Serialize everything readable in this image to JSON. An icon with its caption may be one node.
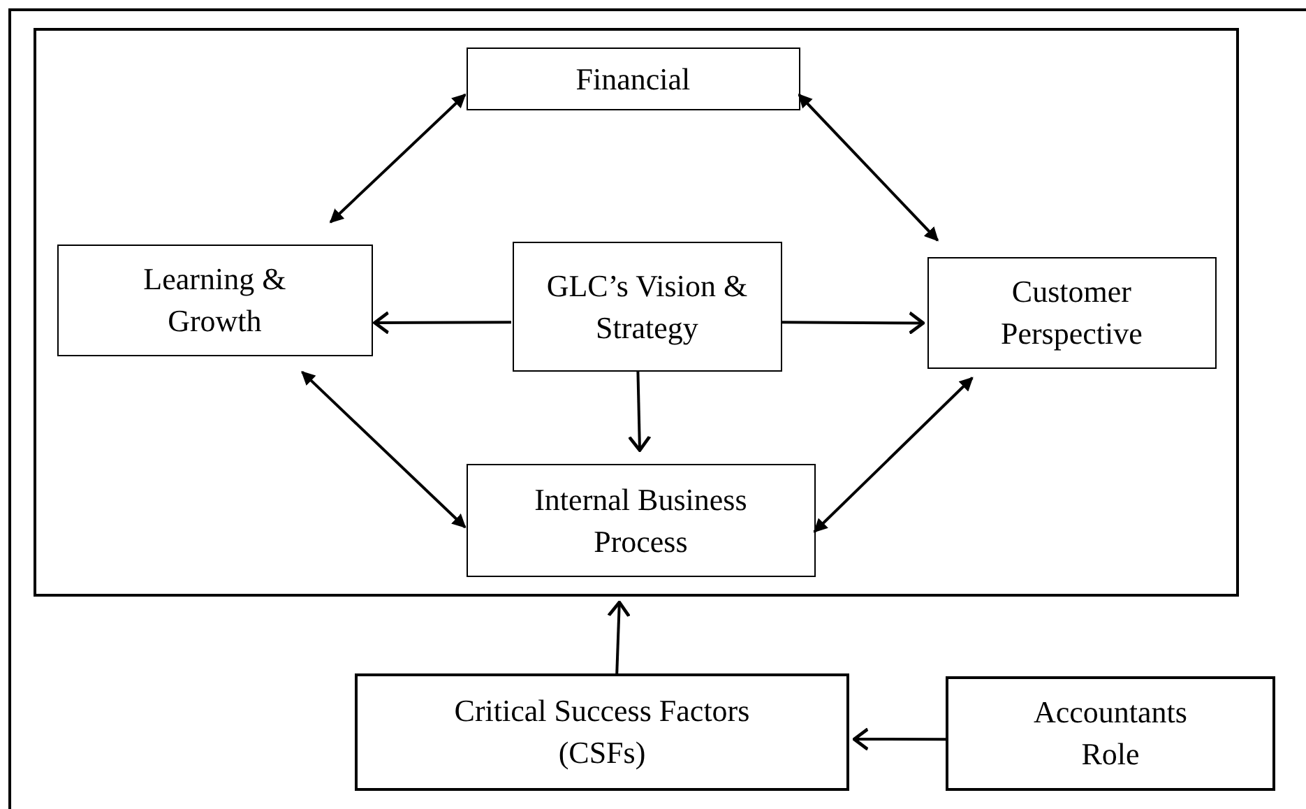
{
  "diagram": {
    "nodes": [
      {
        "text": [],
        "shape": "box"
      },
      {
        "text": [
          "Financial"
        ],
        "in": 0
      },
      {
        "text": [
          "Learning & Growth"
        ],
        "in": 0
      },
      {
        "text": [
          "GLC’s Vision & Strategy"
        ],
        "in": 0
      },
      {
        "text": [
          "Customer Perspective"
        ],
        "in": 0
      },
      {
        "text": [
          "Internal Business Process"
        ],
        "in": 0
      },
      {
        "text": [
          "Critical Success Factors (CSFs)"
        ]
      },
      {
        "text": [
          "Accountants Role"
        ]
      }
    ],
    "edges": [
      {
        "from": 1,
        "to": 2,
        "arrow": "both"
      },
      {
        "from": 1,
        "to": 4,
        "arrow": "both"
      },
      {
        "from": 3,
        "to": 2,
        "arrow": "to"
      },
      {
        "from": 3,
        "to": 4,
        "arrow": "to"
      },
      {
        "from": 3,
        "to": 5,
        "arrow": "to"
      },
      {
        "from": 2,
        "to": 5,
        "arrow": "both"
      },
      {
        "from": 4,
        "to": 5,
        "arrow": "both"
      },
      {
        "from": 6,
        "to": 0,
        "arrow": "to"
      },
      {
        "from": 7,
        "to": 6,
        "arrow": "to"
      }
    ]
  }
}
